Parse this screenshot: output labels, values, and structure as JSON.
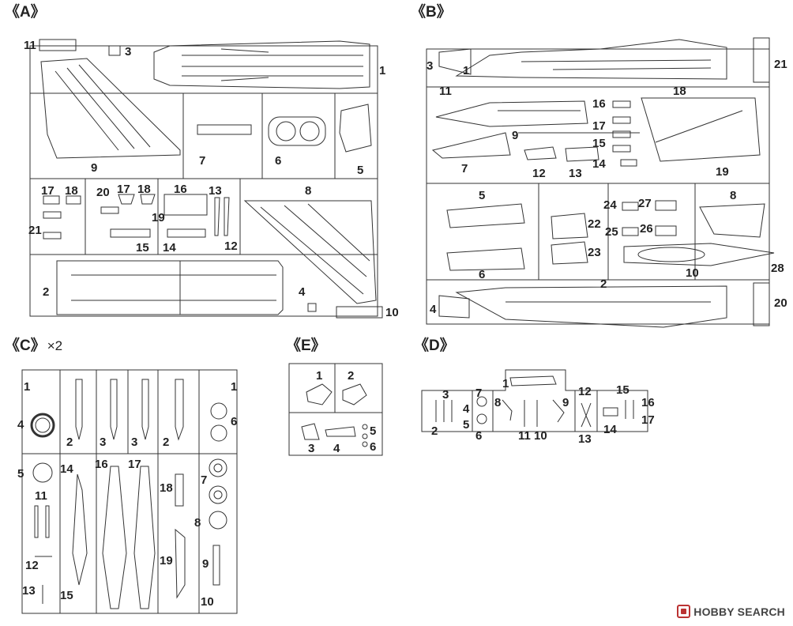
{
  "sheets": {
    "A": {
      "title": "《A》",
      "labels": [
        "11",
        "3",
        "1",
        "9",
        "7",
        "6",
        "5",
        "17",
        "18",
        "20",
        "17",
        "18",
        "16",
        "13",
        "19",
        "21",
        "15",
        "14",
        "12",
        "8",
        "2",
        "4",
        "10"
      ]
    },
    "B": {
      "title": "《B》",
      "labels": [
        "3",
        "1",
        "21",
        "11",
        "18",
        "16",
        "17",
        "15",
        "14",
        "9",
        "7",
        "12",
        "13",
        "19",
        "5",
        "24",
        "27",
        "25",
        "26",
        "22",
        "23",
        "8",
        "6",
        "10",
        "28",
        "2",
        "4",
        "20"
      ]
    },
    "C": {
      "title": "《C》",
      "multiplier": "×2",
      "labels": [
        "1",
        "1",
        "4",
        "2",
        "3",
        "3",
        "2",
        "6",
        "5",
        "14",
        "16",
        "17",
        "11",
        "18",
        "7",
        "8",
        "12",
        "19",
        "9",
        "13",
        "15",
        "10"
      ]
    },
    "E": {
      "title": "《E》",
      "labels": [
        "1",
        "2",
        "5",
        "3",
        "4",
        "6"
      ]
    },
    "D": {
      "title": "《D》",
      "labels": [
        "1",
        "3",
        "7",
        "8",
        "9",
        "12",
        "15",
        "4",
        "16",
        "2",
        "5",
        "6",
        "11",
        "10",
        "17",
        "14",
        "13"
      ]
    }
  },
  "watermark": {
    "text": "HOBBY SEARCH",
    "icon": "hobby-search-logo-icon"
  }
}
